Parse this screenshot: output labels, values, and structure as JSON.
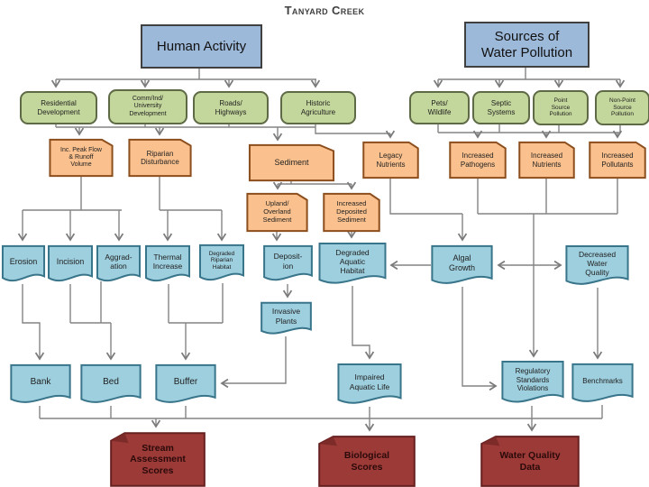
{
  "title": "Tanyard Creek",
  "palette": {
    "header_fill": "#9db9da",
    "green_fill": "#c3d69b",
    "orange_fill": "#fac18e",
    "blue_doc_fill": "#9ecfde",
    "red_fill": "#9c3a37",
    "connector": "#848484"
  },
  "nodes": {
    "human_activity": {
      "label": "Human Activity"
    },
    "sources_water_pollution": {
      "label": "Sources of\nWater Pollution"
    },
    "residential_development": {
      "label": "Residential\nDevelopment"
    },
    "comm_ind_university": {
      "label": "Comm/Ind/\nUniversity\nDevelopment"
    },
    "roads_highways": {
      "label": "Roads/\nHighways"
    },
    "historic_agriculture": {
      "label": "Historic\nAgriculture"
    },
    "pets_wildlife": {
      "label": "Pets/\nWildlife"
    },
    "septic_systems": {
      "label": "Septic\nSystems"
    },
    "point_source_pollution": {
      "label": "Point\nSource\nPollution"
    },
    "non_point_source_pollution": {
      "label": "Non-Point\nSource\nPollution"
    },
    "inc_peak_flow": {
      "label": "Inc. Peak Flow\n& Runoff\nVolume"
    },
    "riparian_disturbance": {
      "label": "Riparian\nDisturbance"
    },
    "sediment": {
      "label": "Sediment"
    },
    "legacy_nutrients": {
      "label": "Legacy\nNutrients"
    },
    "increased_pathogens": {
      "label": "Increased\nPathogens"
    },
    "increased_nutrients": {
      "label": "Increased\nNutrients"
    },
    "increased_pollutants": {
      "label": "Increased\nPollutants"
    },
    "upland_overland_sediment": {
      "label": "Upland/\nOverland\nSediment"
    },
    "increased_deposited_sediment": {
      "label": "Increased\nDeposited\nSediment"
    },
    "erosion": {
      "label": "Erosion"
    },
    "incision": {
      "label": "Incision"
    },
    "aggradation": {
      "label": "Aggrad-\nation"
    },
    "thermal_increase": {
      "label": "Thermal\nIncrease"
    },
    "degraded_riparian_habitat": {
      "label": "Degraded\nRiparian\nHabitat"
    },
    "deposition": {
      "label": "Deposit-\nion"
    },
    "degraded_aquatic_habitat": {
      "label": "Degraded\nAquatic\nHabitat"
    },
    "algal_growth": {
      "label": "Algal\nGrowth"
    },
    "decreased_water_quality": {
      "label": "Decreased\nWater\nQuality"
    },
    "invasive_plants": {
      "label": "Invasive\nPlants"
    },
    "bank": {
      "label": "Bank"
    },
    "bed": {
      "label": "Bed"
    },
    "buffer": {
      "label": "Buffer"
    },
    "impaired_aquatic_life": {
      "label": "Impaired\nAquatic Life"
    },
    "regulatory_standards_violations": {
      "label": "Regulatory\nStandards\nViolations"
    },
    "benchmarks": {
      "label": "Benchmarks"
    },
    "stream_assessment_scores": {
      "label": "Stream\nAssessment\nScores"
    },
    "biological_scores": {
      "label": "Biological\nScores"
    },
    "water_quality_data": {
      "label": "Water Quality\nData"
    }
  },
  "edges": [
    "human_activity>residential_development",
    "human_activity>comm_ind_university",
    "human_activity>roads_highways",
    "human_activity>historic_agriculture",
    "sources_water_pollution>pets_wildlife",
    "sources_water_pollution>septic_systems",
    "sources_water_pollution>point_source_pollution",
    "sources_water_pollution>non_point_source_pollution",
    "left_green_group>inc_peak_flow",
    "left_green_group>riparian_disturbance",
    "left_green_group>sediment",
    "historic_agriculture>legacy_nutrients",
    "right_green_group>increased_pathogens",
    "right_green_group>increased_nutrients",
    "right_green_group>increased_pollutants",
    "inc_peak_flow>erosion",
    "inc_peak_flow>incision",
    "inc_peak_flow>aggradation",
    "riparian_disturbance>thermal_increase",
    "riparian_disturbance>degraded_riparian_habitat",
    "sediment>upland_overland_sediment",
    "sediment>increased_deposited_sediment",
    "legacy_nutrients>algal_growth",
    "upland_overland_sediment>deposition",
    "increased_deposited_sediment>degraded_aquatic_habitat",
    "deposition>invasive_plants",
    "invasive_plants>buffer",
    "algal_growth>degraded_aquatic_habitat",
    "algal_growth<>decreased_water_quality",
    "increased_pathogens>regulatory_standards_violations",
    "increased_nutrients>regulatory_standards_violations",
    "increased_pollutants>regulatory_standards_violations",
    "algal_growth>regulatory_standards_violations",
    "decreased_water_quality>benchmarks",
    "degraded_aquatic_habitat>impaired_aquatic_life",
    "erosion>bank",
    "incision>bed",
    "aggradation>bed",
    "thermal_increase>buffer",
    "degraded_riparian_habitat>buffer",
    "bank>stream_assessment_scores",
    "bed>stream_assessment_scores",
    "buffer>stream_assessment_scores",
    "impaired_aquatic_life>biological_scores",
    "regulatory_standards_violations>water_quality_data",
    "benchmarks>water_quality_data"
  ]
}
